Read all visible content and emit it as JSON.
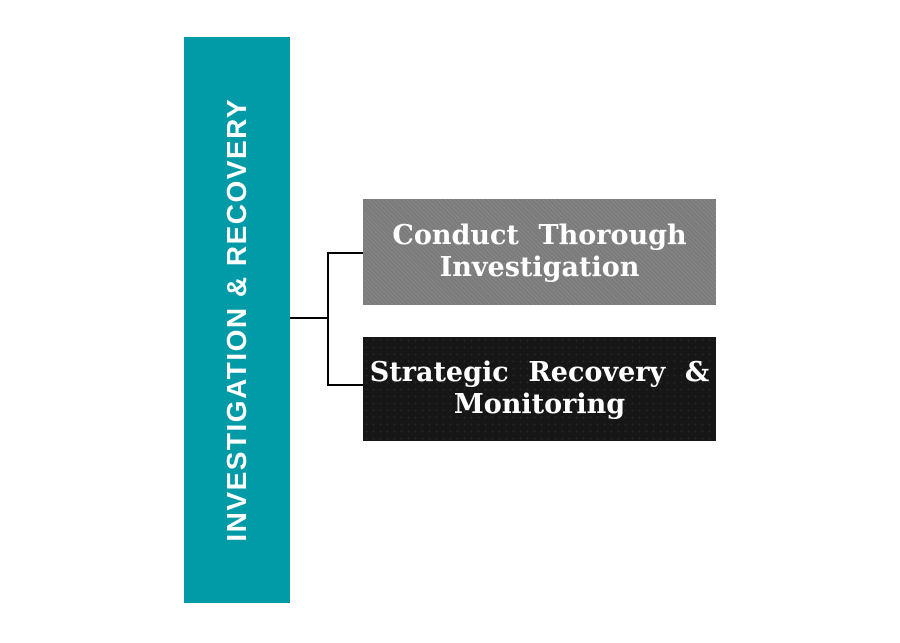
{
  "diagram": {
    "background_color": "#ffffff",
    "connector_color": "#000000",
    "category": {
      "label": "INVESTIGATION & RECOVERY",
      "color": "#019aa7",
      "text_color": "#ffffff",
      "text_orientation": "rotated-90-ccw"
    },
    "nodes": [
      {
        "label": "Conduct Thorough\nInvestigation",
        "color": "#7f7f7f",
        "text_color": "#ffffff"
      },
      {
        "label": "Strategic Recovery &\nMonitoring",
        "color": "#161616",
        "text_color": "#ffffff"
      }
    ]
  }
}
